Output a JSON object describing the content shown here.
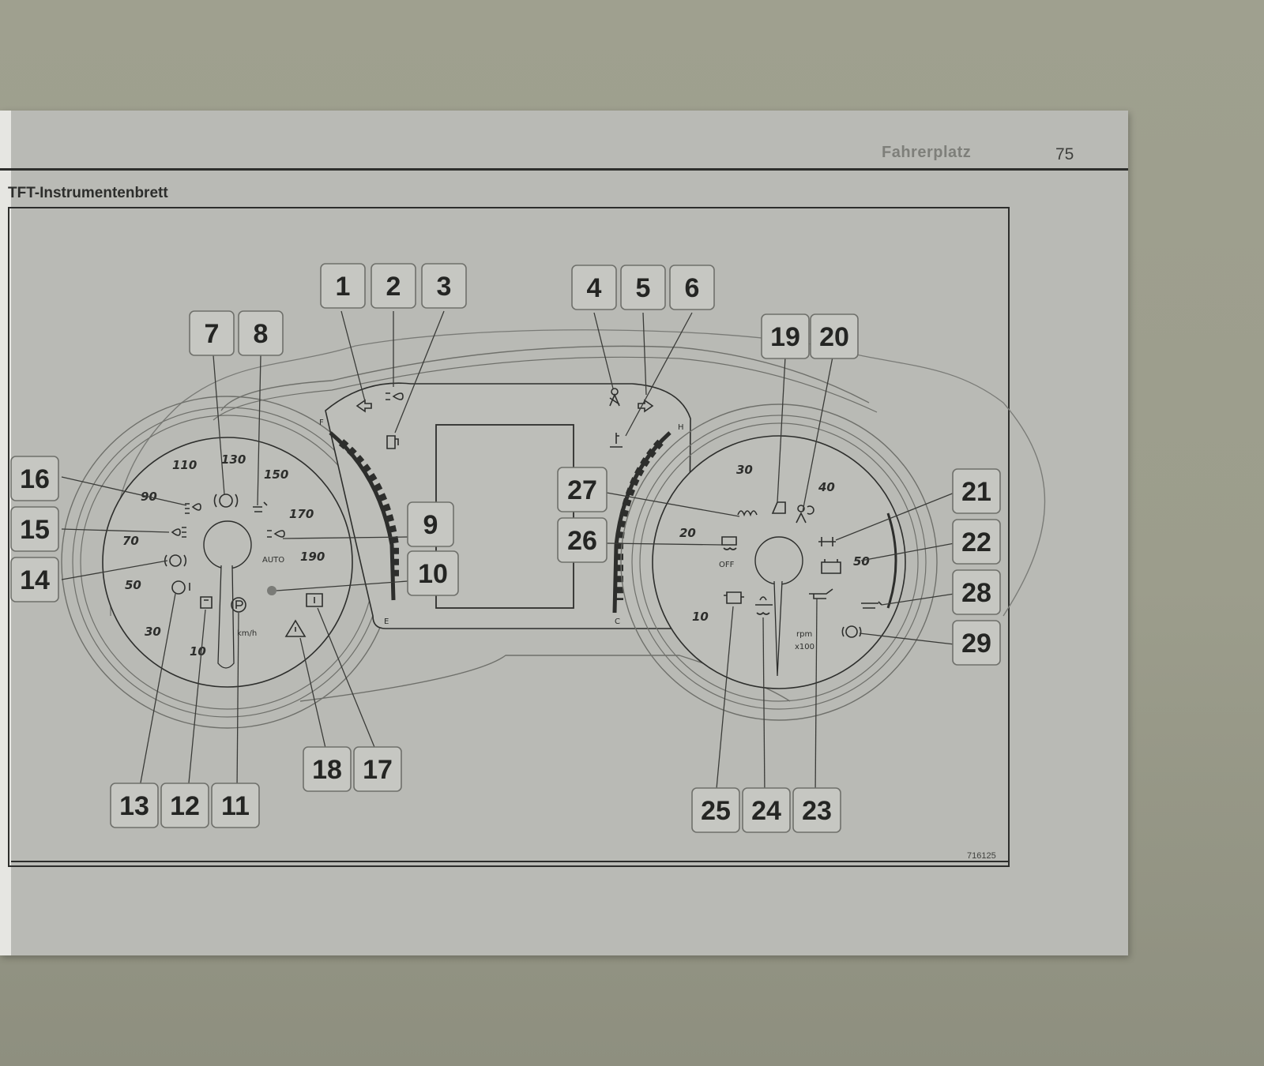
{
  "header": {
    "section": "Fahrerplatz",
    "page_number": "75",
    "title": "TFT-Instrumentenbrett"
  },
  "figure": {
    "id": "716125",
    "callouts": [
      "1",
      "2",
      "3",
      "4",
      "5",
      "6",
      "7",
      "8",
      "9",
      "10",
      "11",
      "12",
      "13",
      "14",
      "15",
      "16",
      "17",
      "18",
      "19",
      "20",
      "21",
      "22",
      "23",
      "24",
      "25",
      "26",
      "27",
      "28",
      "29"
    ],
    "speedometer": {
      "scale": [
        "30",
        "50",
        "70",
        "90",
        "110",
        "130",
        "150",
        "170",
        "190"
      ],
      "low_mark": "10",
      "unit": "km/h",
      "headlight_mode": "AUTO"
    },
    "tachometer": {
      "scale": [
        "10",
        "20",
        "30",
        "40",
        "50"
      ],
      "unit_line1": "rpm",
      "unit_line2": "x100",
      "esc_label": "OFF"
    },
    "fuel_gauge": {
      "full": "F",
      "empty": "E"
    },
    "temp_gauge": {
      "hot": "H",
      "cold": "C"
    }
  },
  "colors": {
    "paper": "#b9bab5",
    "ink": "#2d2e2c",
    "background": "#9fa08f"
  }
}
